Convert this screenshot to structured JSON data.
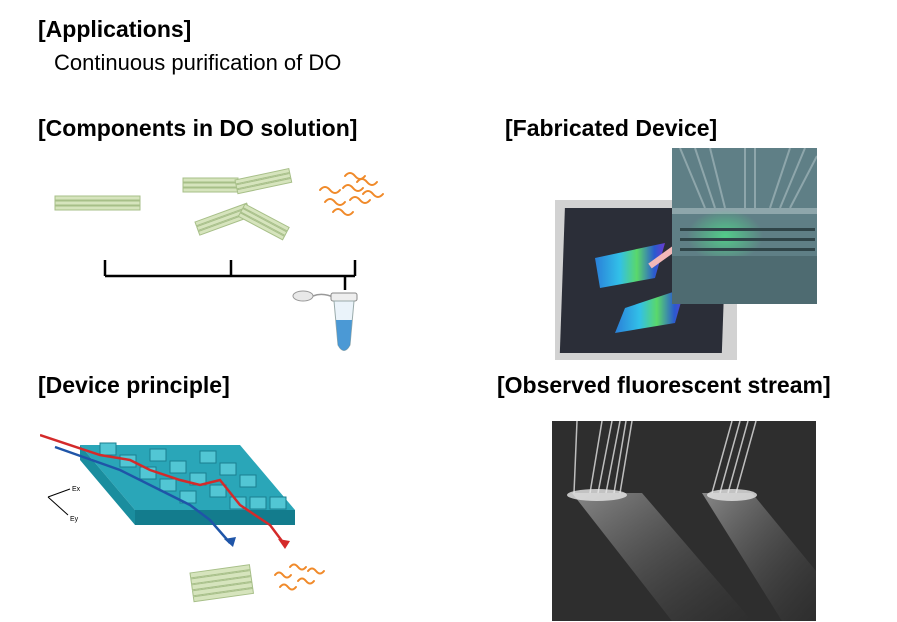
{
  "applications": {
    "heading": "[Applications]",
    "text": "Continuous purification of DO"
  },
  "components": {
    "heading": "[Components in DO solution]"
  },
  "fabricated": {
    "heading": "[Fabricated Device]"
  },
  "principle": {
    "heading": "[Device principle]",
    "axis_labels": [
      "Ex",
      "Ey"
    ]
  },
  "observed": {
    "heading": "[Observed fluorescent stream]"
  },
  "colors": {
    "rod_green": "#cddcb2",
    "rod_edge": "#9fb882",
    "strand_orange": "#f08a2a",
    "pillar_teal": "#3bb3c3",
    "flow_red": "#d42a2a",
    "flow_blue": "#1f55a8",
    "tube_blue": "#3a8fd0"
  }
}
